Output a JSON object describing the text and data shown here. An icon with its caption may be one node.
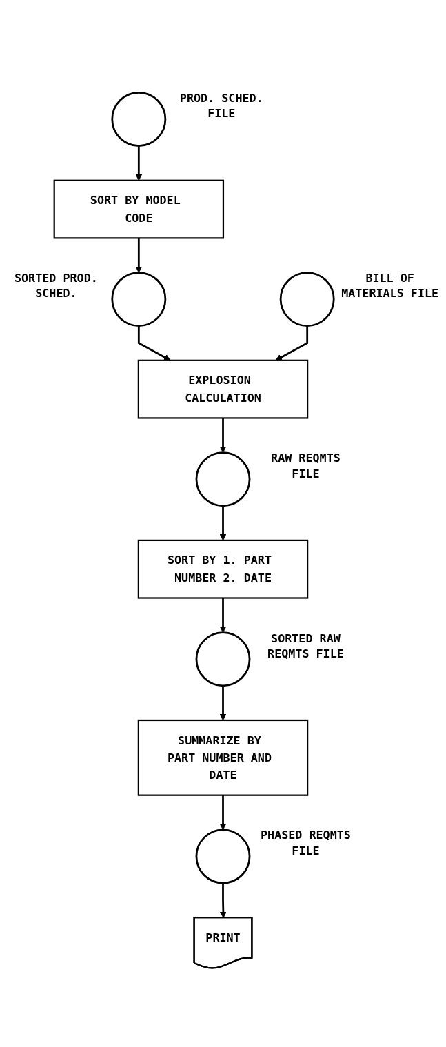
{
  "diagram": {
    "nodes": [
      {
        "text": [],
        "shape": "circle",
        "beside": [
          "PROD. SCHED. FILE"
        ]
      },
      {
        "text": [
          "SORT BY MODEL CODE"
        ]
      },
      {
        "text": [],
        "shape": "circle",
        "beside": [
          "SORTED PROD. SCHED."
        ]
      },
      {
        "text": [],
        "shape": "circle",
        "beside": [
          "BILL OF MATERIALS FILE"
        ]
      },
      {
        "text": [
          "EXPLOSION CALCULATION"
        ]
      },
      {
        "text": [],
        "shape": "circle",
        "beside": [
          "RAW REQMTS FILE"
        ]
      },
      {
        "text": [
          "SORT BY 1. PART NUMBER 2. DATE"
        ]
      },
      {
        "text": [],
        "shape": "circle",
        "beside": [
          "SORTED RAW REQMTS FILE"
        ]
      },
      {
        "text": [
          "SUMMARIZE BY PART NUMBER AND DATE"
        ]
      },
      {
        "text": [],
        "shape": "circle",
        "beside": [
          "PHASED REQMTS FILE"
        ]
      },
      {
        "text": [
          "PRINT"
        ]
      }
    ],
    "edges": [
      {
        "from": 0,
        "to": 1,
        "arrow": "to"
      },
      {
        "from": 1,
        "to": 2,
        "arrow": "to"
      },
      {
        "from": 2,
        "to": 4,
        "arrow": "to"
      },
      {
        "from": 3,
        "to": 4,
        "arrow": "to"
      },
      {
        "from": 4,
        "to": 5,
        "arrow": "to"
      },
      {
        "from": 5,
        "to": 6,
        "arrow": "to"
      },
      {
        "from": 6,
        "to": 7,
        "arrow": "to"
      },
      {
        "from": 7,
        "to": 8,
        "arrow": "to"
      },
      {
        "from": 8,
        "to": 9,
        "arrow": "to"
      },
      {
        "from": 9,
        "to": 10,
        "arrow": "to"
      }
    ]
  }
}
